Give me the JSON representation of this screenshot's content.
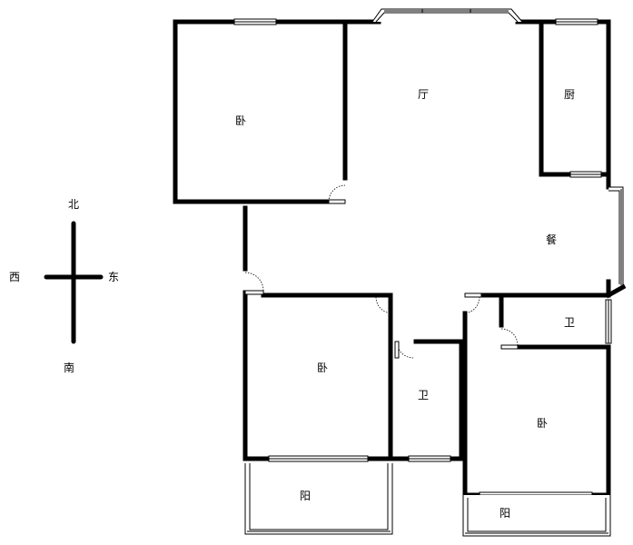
{
  "compass": {
    "north": "北",
    "south": "南",
    "east": "东",
    "west": "西"
  },
  "rooms": {
    "bedroom_nw": "卧",
    "living_room": "厅",
    "kitchen": "厨",
    "dining": "餐",
    "bathroom_east": "卫",
    "bedroom_sw": "卧",
    "bathroom_center": "卫",
    "bedroom_se": "卧",
    "balcony_sw": "阳",
    "balcony_se": "阳"
  }
}
